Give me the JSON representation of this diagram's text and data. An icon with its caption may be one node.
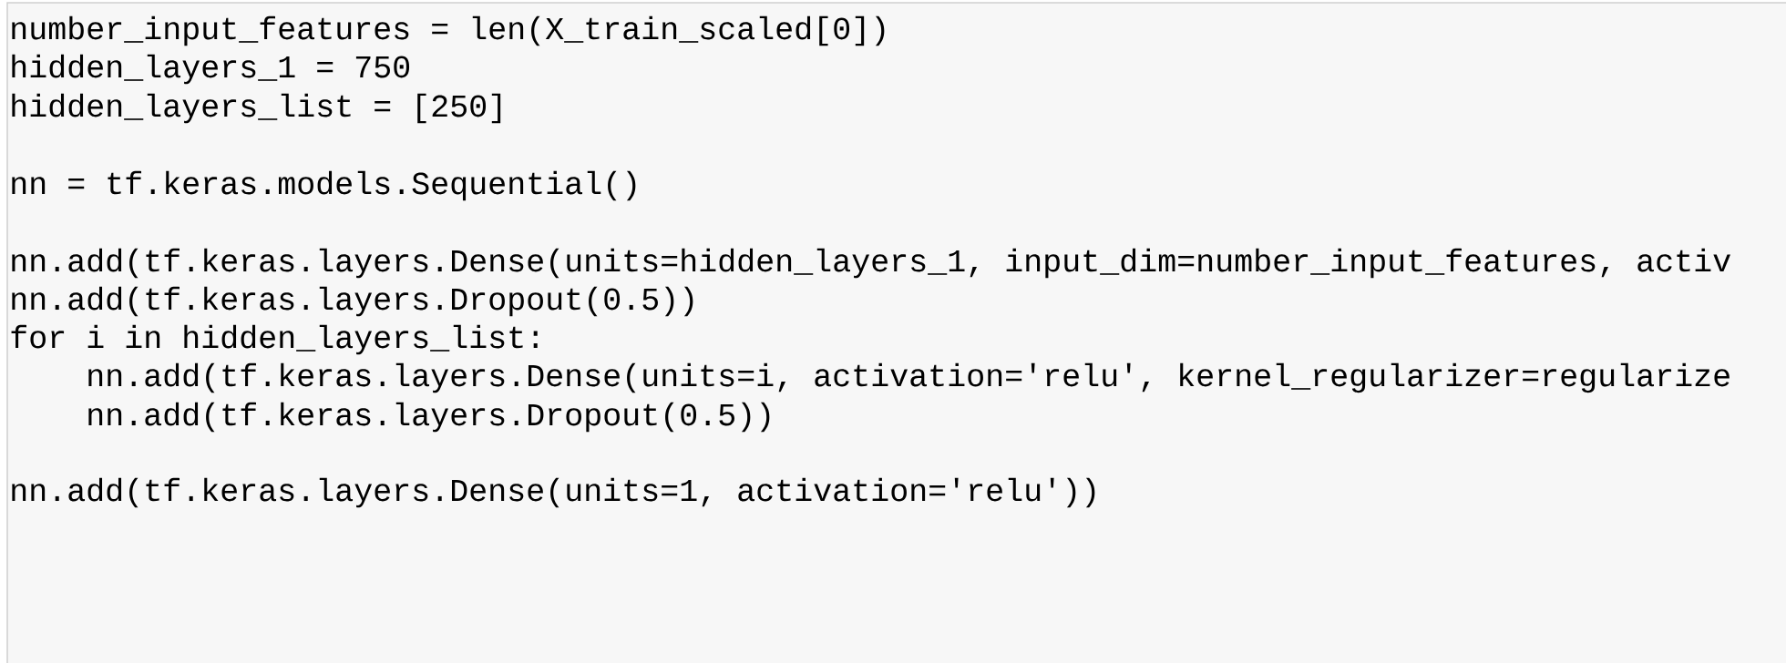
{
  "diagram": {
    "labels": [
      "number_input_features = len(X_train_scaled[0])",
      "hidden_layers_1 = 750",
      "hidden_layers_list = [250]",
      "nn = tf.keras.models.Sequential()",
      "nn.add(tf.keras.layers.Dense(units=hidden_layers_1, input_dim=number_input_features, activ",
      "nn.add(tf.keras.layers.Dropout(0.5))",
      "for i in hidden_layers_list:",
      "nn.add(tf.keras.layers.Dense(units=i, activation='relu', kernel_regularizer=regularize",
      "nn.add(tf.keras.layers.Dropout(0.5))",
      "nn.add(tf.keras.layers.Dense(units=1, activation='relu'))"
    ]
  }
}
